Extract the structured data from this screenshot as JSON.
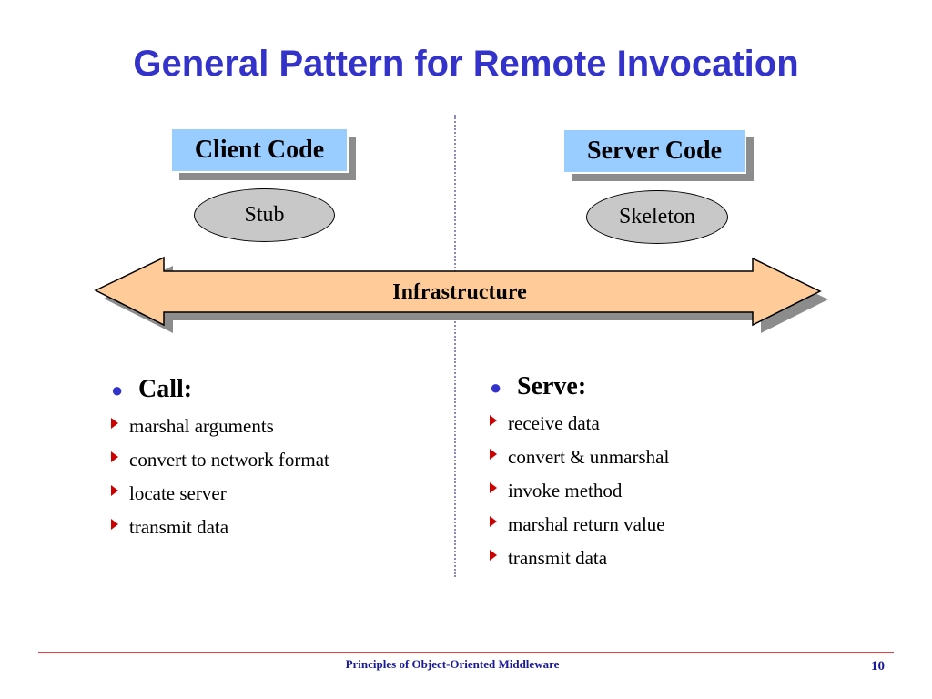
{
  "slide": {
    "title": "General Pattern for Remote Invocation"
  },
  "client": {
    "code_label": "Client Code",
    "proxy_label": "Stub",
    "heading": "Call:",
    "steps": [
      "marshal arguments",
      "convert to network format",
      "locate server",
      "transmit data"
    ]
  },
  "server": {
    "code_label": "Server Code",
    "proxy_label": "Skeleton",
    "heading": "Serve:",
    "steps": [
      "receive data",
      "convert & unmarshal",
      "invoke method",
      "marshal return value",
      "transmit data"
    ]
  },
  "infrastructure": {
    "label": "Infrastructure"
  },
  "footer": {
    "text": "Principles of Object-Oriented Middleware",
    "page_number": "10"
  },
  "colors": {
    "title": "#3333cc",
    "code_box": "#99ccff",
    "oval": "#c8c8c8",
    "arrow_fill": "#ffcc99",
    "bullet_marker": "#cc0000",
    "footer_line": "#e04040"
  }
}
